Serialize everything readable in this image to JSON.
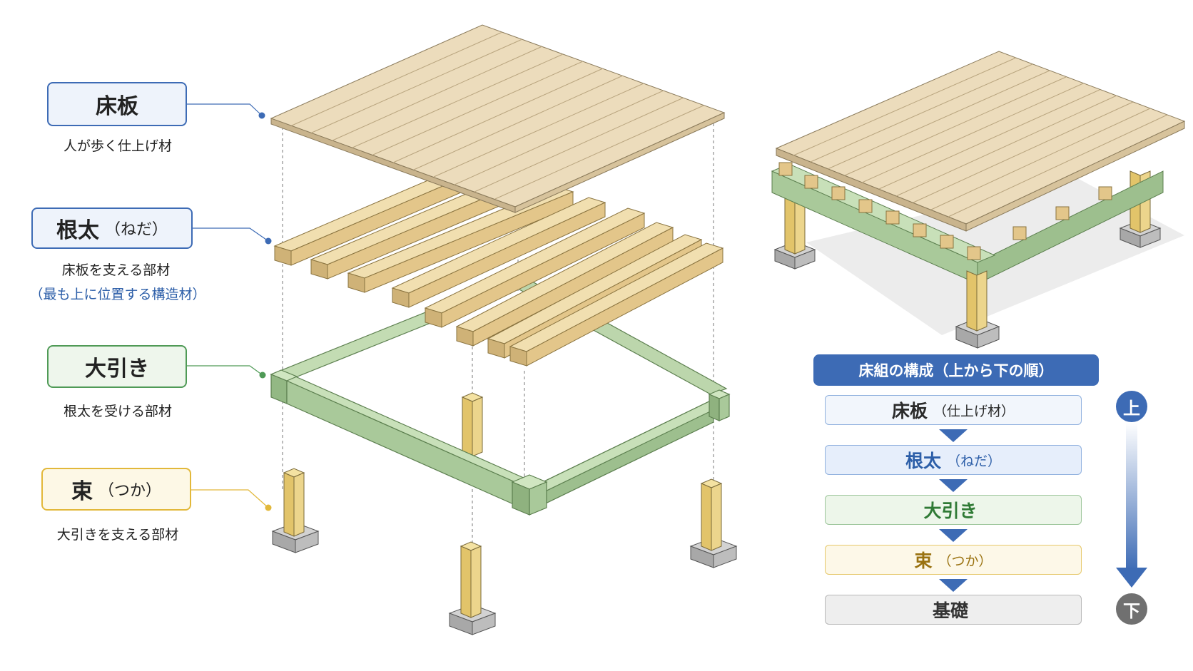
{
  "labels": {
    "floorboard": {
      "name": "床板",
      "reading": "",
      "desc": "人が歩く仕上げ材",
      "desc2": ""
    },
    "joist": {
      "name": "根太",
      "reading": "（ねだ）",
      "desc": "床板を支える部材",
      "desc2": "（最も上に位置する構造材）"
    },
    "beam": {
      "name": "大引き",
      "reading": "",
      "desc": "根太を受ける部材",
      "desc2": ""
    },
    "post": {
      "name": "束",
      "reading": "（つか）",
      "desc": "大引きを支える部材",
      "desc2": ""
    }
  },
  "order_panel": {
    "title": "床組の構成（上から下の順）",
    "steps": [
      {
        "name": "床板",
        "reading": "（仕上げ材）"
      },
      {
        "name": "根太",
        "reading": "（ねだ）"
      },
      {
        "name": "大引き",
        "reading": ""
      },
      {
        "name": "束",
        "reading": "（つか）"
      },
      {
        "name": "基礎",
        "reading": ""
      }
    ],
    "top_marker": "上",
    "bottom_marker": "下"
  },
  "colors": {
    "blue": "#3d6bb5",
    "green": "#4f9a56",
    "yellow": "#e2b83a",
    "gray": "#8c8c8c",
    "wood": "#e8d9b9",
    "beam_green": "#a9c99a",
    "post_yellow": "#ecd58c"
  }
}
